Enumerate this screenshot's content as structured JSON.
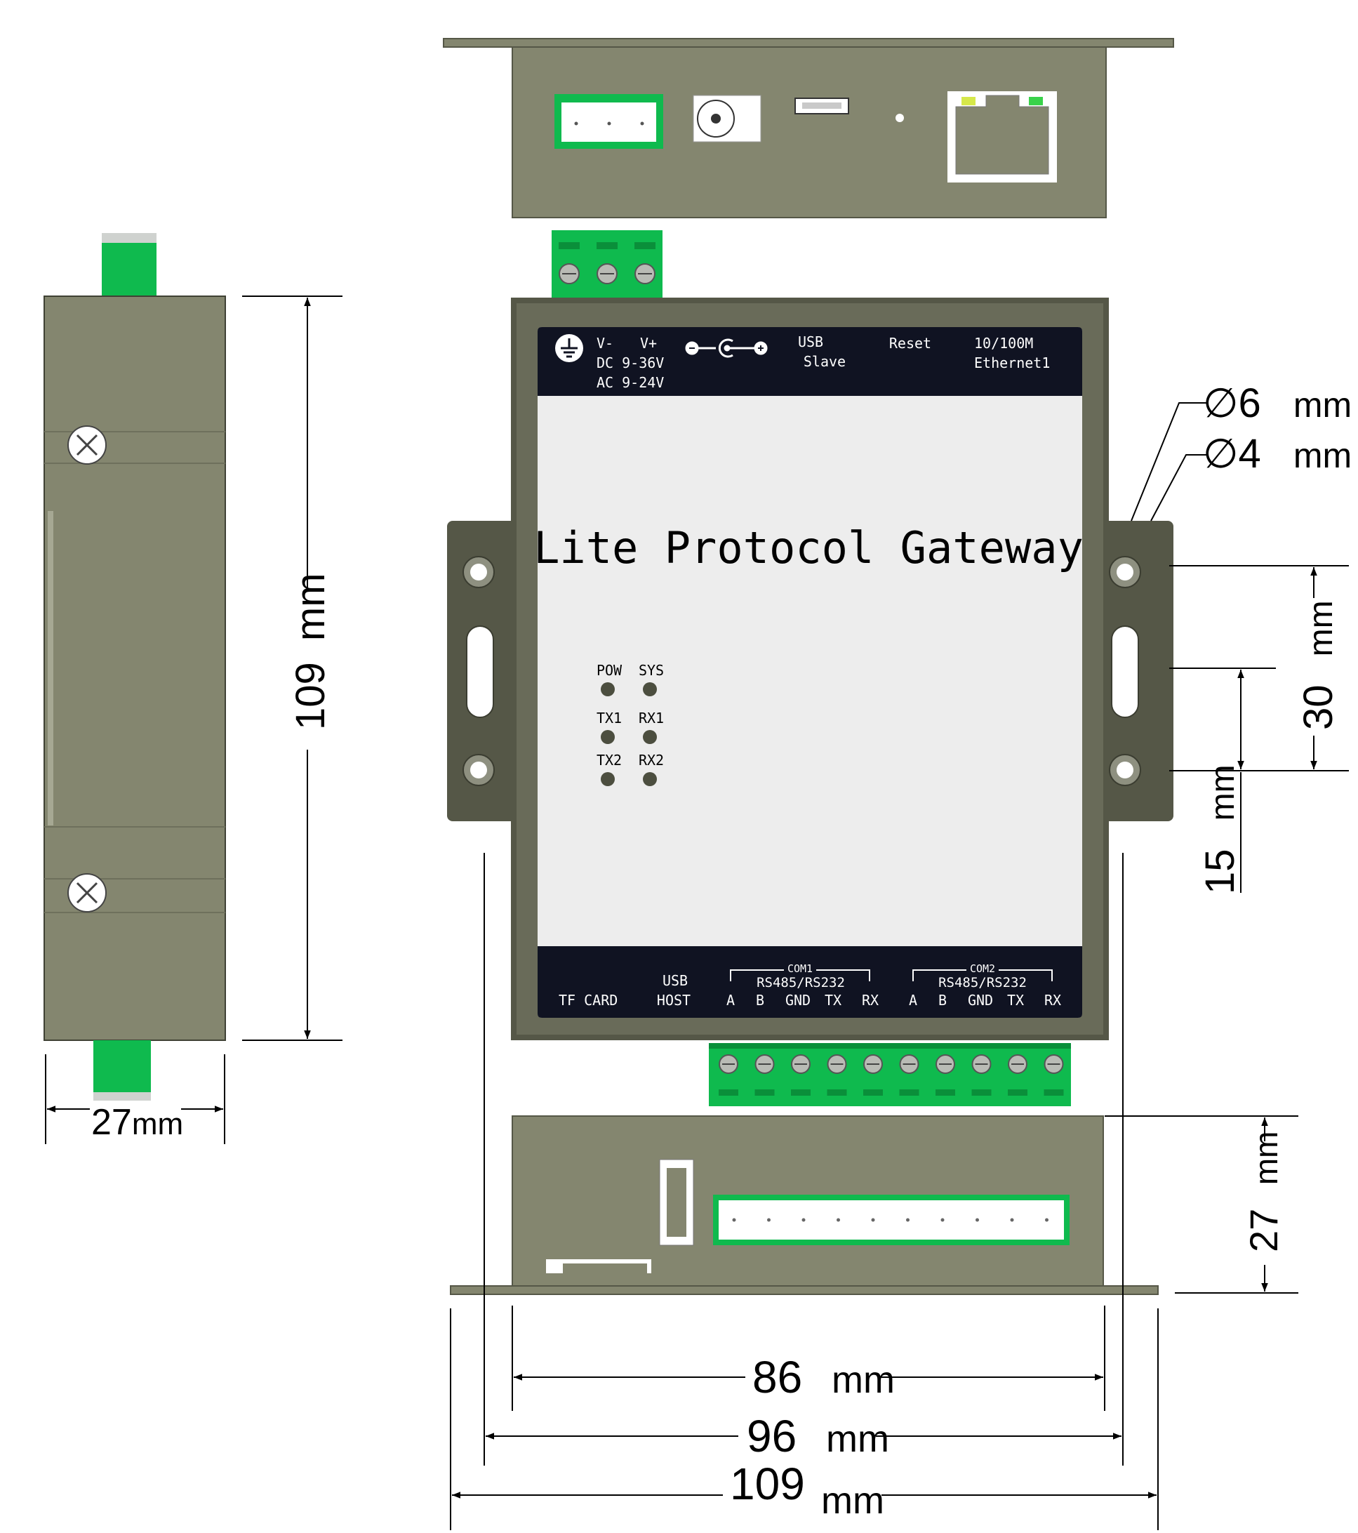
{
  "colors": {
    "housing": "#84866f",
    "housing_dark": "#555747",
    "panel": "#ededed",
    "label_band": "#101322",
    "terminal_green": "#0fba4e",
    "terminal_green_dark": "#0a8f3a",
    "led": "#4c4e3f",
    "line": "#000000"
  },
  "icons": {
    "ground": "ground-symbol-icon",
    "dc_polarity": "dc-polarity-icon",
    "mount_screw": "mount-screw-icon",
    "rj45": "rj45-port-icon"
  },
  "device": {
    "title": "Lite Protocol Gateway",
    "top_labels": {
      "v_minus": "V-",
      "v_plus": "V+",
      "dc_range": "DC 9-36V",
      "ac_range": "AC 9-24V",
      "usb": "USB",
      "slave": "Slave",
      "reset": "Reset",
      "eth_speed": "10/100M",
      "eth_name": "Ethernet1"
    },
    "leds": [
      {
        "label": "POW"
      },
      {
        "label": "SYS"
      },
      {
        "label": "TX1"
      },
      {
        "label": "RX1"
      },
      {
        "label": "TX2"
      },
      {
        "label": "RX2"
      }
    ],
    "bottom_labels": {
      "tf_card": "TF CARD",
      "usb": "USB",
      "host": "HOST",
      "com1": "COM1",
      "com1_type": "RS485/RS232",
      "com2": "COM2",
      "com2_type": "RS485/RS232",
      "pins": [
        "A",
        "B",
        "GND",
        "TX",
        "RX"
      ]
    }
  },
  "dimensions": {
    "hole_6": "∅6",
    "hole_4": "∅4",
    "unit": "mm",
    "height_side": "109",
    "depth_side": "27",
    "depth_side_unit": "mm",
    "hole_spacing": "30",
    "hole_offset": "15",
    "depth_bottom": "27",
    "width_body": "86",
    "width_holes": "96",
    "width_total": "109"
  }
}
